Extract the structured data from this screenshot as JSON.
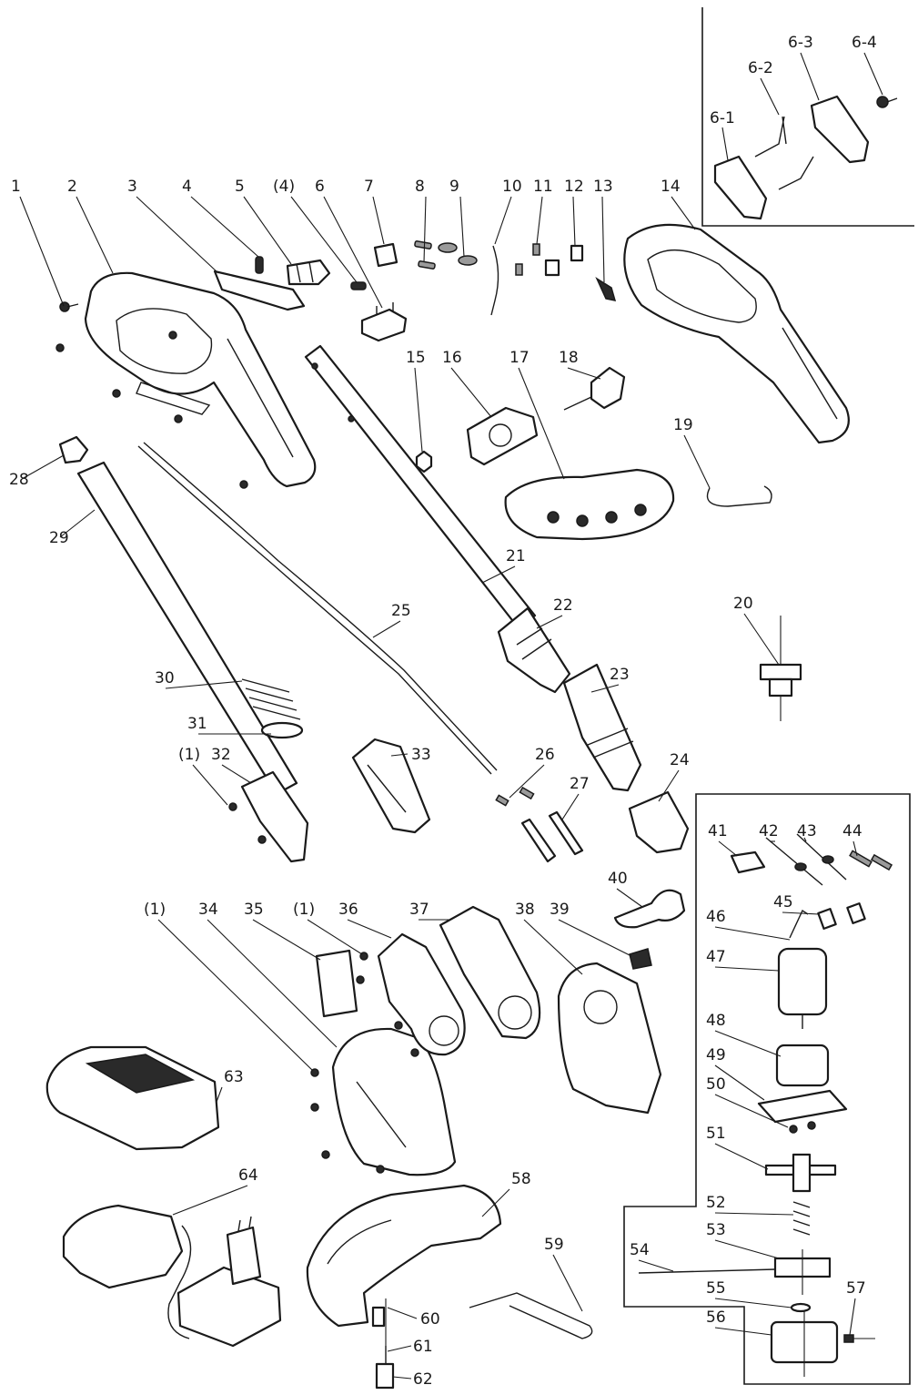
{
  "parts": [
    {
      "key": "p1",
      "label": "1"
    },
    {
      "key": "p2",
      "label": "2"
    },
    {
      "key": "p3",
      "label": "3"
    },
    {
      "key": "p4",
      "label": "4"
    },
    {
      "key": "p5",
      "label": "5"
    },
    {
      "key": "p4b",
      "label": "(4)"
    },
    {
      "key": "p6",
      "label": "6"
    },
    {
      "key": "p7",
      "label": "7"
    },
    {
      "key": "p8",
      "label": "8"
    },
    {
      "key": "p9",
      "label": "9"
    },
    {
      "key": "p10",
      "label": "10"
    },
    {
      "key": "p11",
      "label": "11"
    },
    {
      "key": "p12",
      "label": "12"
    },
    {
      "key": "p13",
      "label": "13"
    },
    {
      "key": "p14",
      "label": "14"
    },
    {
      "key": "p6_1",
      "label": "6-1"
    },
    {
      "key": "p6_2",
      "label": "6-2"
    },
    {
      "key": "p6_3",
      "label": "6-3"
    },
    {
      "key": "p6_4",
      "label": "6-4"
    },
    {
      "key": "p15",
      "label": "15"
    },
    {
      "key": "p16",
      "label": "16"
    },
    {
      "key": "p17",
      "label": "17"
    },
    {
      "key": "p18",
      "label": "18"
    },
    {
      "key": "p19",
      "label": "19"
    },
    {
      "key": "p20",
      "label": "20"
    },
    {
      "key": "p21",
      "label": "21"
    },
    {
      "key": "p22",
      "label": "22"
    },
    {
      "key": "p23",
      "label": "23"
    },
    {
      "key": "p24",
      "label": "24"
    },
    {
      "key": "p25",
      "label": "25"
    },
    {
      "key": "p26",
      "label": "26"
    },
    {
      "key": "p27",
      "label": "27"
    },
    {
      "key": "p28",
      "label": "28"
    },
    {
      "key": "p29",
      "label": "29"
    },
    {
      "key": "p30",
      "label": "30"
    },
    {
      "key": "p31",
      "label": "31"
    },
    {
      "key": "p1b",
      "label": "(1)"
    },
    {
      "key": "p32",
      "label": "32"
    },
    {
      "key": "p33",
      "label": "33"
    },
    {
      "key": "p1c",
      "label": "(1)"
    },
    {
      "key": "p34",
      "label": "34"
    },
    {
      "key": "p35",
      "label": "35"
    },
    {
      "key": "p1d",
      "label": "(1)"
    },
    {
      "key": "p36",
      "label": "36"
    },
    {
      "key": "p37",
      "label": "37"
    },
    {
      "key": "p38",
      "label": "38"
    },
    {
      "key": "p39",
      "label": "39"
    },
    {
      "key": "p40",
      "label": "40"
    },
    {
      "key": "p41",
      "label": "41"
    },
    {
      "key": "p42",
      "label": "42"
    },
    {
      "key": "p43",
      "label": "43"
    },
    {
      "key": "p44",
      "label": "44"
    },
    {
      "key": "p45",
      "label": "45"
    },
    {
      "key": "p46",
      "label": "46"
    },
    {
      "key": "p47",
      "label": "47"
    },
    {
      "key": "p48",
      "label": "48"
    },
    {
      "key": "p49",
      "label": "49"
    },
    {
      "key": "p50",
      "label": "50"
    },
    {
      "key": "p51",
      "label": "51"
    },
    {
      "key": "p52",
      "label": "52"
    },
    {
      "key": "p53",
      "label": "53"
    },
    {
      "key": "p54",
      "label": "54"
    },
    {
      "key": "p55",
      "label": "55"
    },
    {
      "key": "p56",
      "label": "56"
    },
    {
      "key": "p57",
      "label": "57"
    },
    {
      "key": "p58",
      "label": "58"
    },
    {
      "key": "p59",
      "label": "59"
    },
    {
      "key": "p60",
      "label": "60"
    },
    {
      "key": "p61",
      "label": "61"
    },
    {
      "key": "p62",
      "label": "62"
    },
    {
      "key": "p63",
      "label": "63"
    },
    {
      "key": "p64",
      "label": "64"
    }
  ]
}
